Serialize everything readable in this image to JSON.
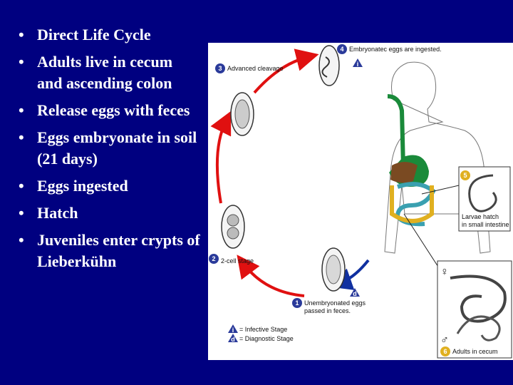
{
  "bullets": [
    "Direct Life Cycle",
    "Adults live in cecum and ascending colon",
    "Release eggs with feces",
    "Eggs embryonate in soil (21 days)",
    "Eggs ingested",
    "Hatch",
    "Juveniles enter crypts of Lieberkühn"
  ],
  "bullet_glyph": "•",
  "diagram": {
    "step1": {
      "num": "1",
      "line1": "Unembryonated eggs",
      "line2": "passed in feces."
    },
    "step2": {
      "num": "2",
      "label": "2-cell stage"
    },
    "step3": {
      "num": "3",
      "label": "Advanced cleavage"
    },
    "step4": {
      "num": "4",
      "label": "Embryonatec eggs are ingested."
    },
    "step5": {
      "num": "5",
      "line1": "Larvae hatch",
      "line2": "in small intestine"
    },
    "step6": {
      "num": "6",
      "label": "Adults in cecum"
    },
    "legend": {
      "infective_letter": "i",
      "infective": "= Infective Stage",
      "diagnostic_letter": "d",
      "diagnostic": "= Diagnostic Stage"
    },
    "female_symbol": "♀",
    "male_symbol": "♂",
    "colors": {
      "infective_arrow": "#e01010",
      "diagnostic_arrow": "#1030a0",
      "gut": "#1a8a3a",
      "badge": "#2a3a9a"
    }
  }
}
